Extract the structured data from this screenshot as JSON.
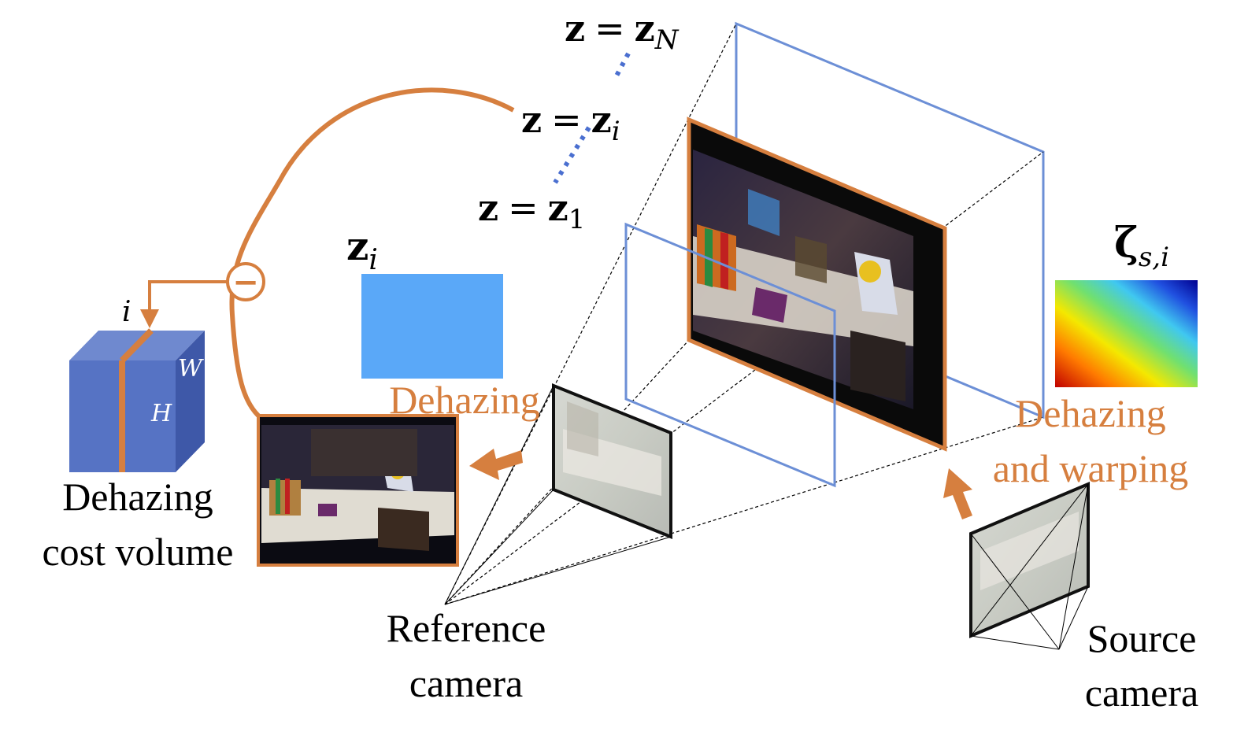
{
  "planes": {
    "z_N": {
      "lhs": "z",
      "eq": "=",
      "rhs": "z",
      "sub": "N"
    },
    "z_i": {
      "lhs": "z",
      "eq": "=",
      "rhs": "z",
      "sub": "i"
    },
    "z_1": {
      "lhs": "z",
      "eq": "=",
      "rhs": "z",
      "sub": "1"
    }
  },
  "depth_label": {
    "base": "z",
    "sub": "i"
  },
  "zeta_label": {
    "base": "ζ",
    "sub": "s,i"
  },
  "cost_volume": {
    "index_label": "i",
    "w_label": "W",
    "h_label": "H",
    "title_line1": "Dehazing",
    "title_line2": "cost volume"
  },
  "dehazing_label": "Dehazing",
  "warp_label_line1": "Dehazing",
  "warp_label_line2": "and warping",
  "reference_camera": {
    "line1": "Reference",
    "line2": "camera"
  },
  "source_camera": {
    "line1": "Source",
    "line2": "camera"
  },
  "minus_symbol": "−",
  "colors": {
    "orange": "#d67f3f",
    "plane_blue": "#6c8fd6",
    "cube_blue": "#5673c4",
    "depth_blue": "#5aa8f8",
    "dots_blue": "#4a6fd0"
  }
}
